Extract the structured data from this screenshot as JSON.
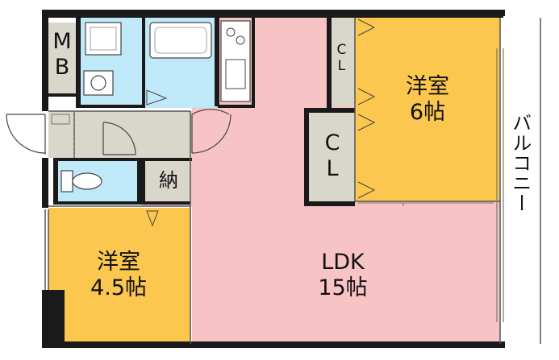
{
  "rooms": {
    "mb": {
      "line1": "M",
      "line2": "B"
    },
    "western_6": {
      "name": "洋室",
      "size": "6帖"
    },
    "western_45": {
      "name": "洋室",
      "size": "4.5帖"
    },
    "ldk": {
      "name": "LDK",
      "size": "15帖"
    },
    "closet_small": {
      "label": "CL"
    },
    "closet_large": {
      "line1": "C",
      "line2": "L"
    },
    "storage": {
      "label": "納"
    },
    "balcony": {
      "label": "バルコニー"
    }
  },
  "colors": {
    "wall": "#1a1a1a",
    "ldk": "#f7c3c5",
    "western": "#fbc74e",
    "wet": "#bfe9f9",
    "gray": "#d9d6cc",
    "outline": "#555555"
  }
}
